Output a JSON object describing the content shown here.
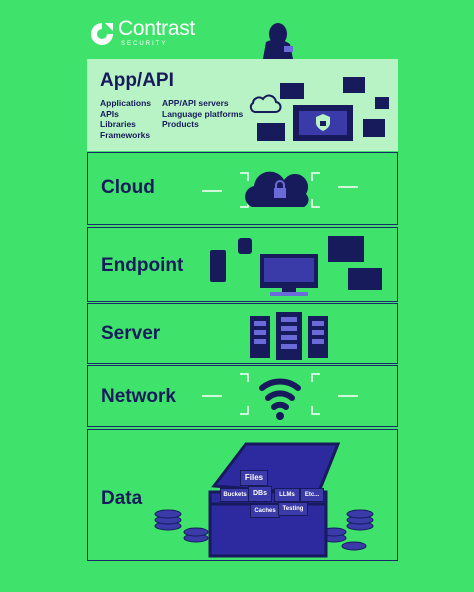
{
  "brand": {
    "name": "Contrast",
    "tagline": "SECURITY"
  },
  "layers": [
    {
      "title": "App/API",
      "left_items": [
        "Applications",
        "APIs",
        "Libraries",
        "Frameworks"
      ],
      "right_items": [
        "APP/API servers",
        "Language platforms",
        "Products"
      ]
    },
    {
      "title": "Cloud"
    },
    {
      "title": "Endpoint"
    },
    {
      "title": "Server"
    },
    {
      "title": "Network"
    },
    {
      "title": "Data"
    }
  ],
  "data_boxes": [
    "Files",
    "Buckets",
    "DBs",
    "LLMs",
    "Etc...",
    "Caches",
    "Testing"
  ],
  "colors": {
    "background": "#3fe36c",
    "navy": "#171b5c",
    "panel": "#b7f3c4",
    "purple": "#3a3aa8"
  }
}
